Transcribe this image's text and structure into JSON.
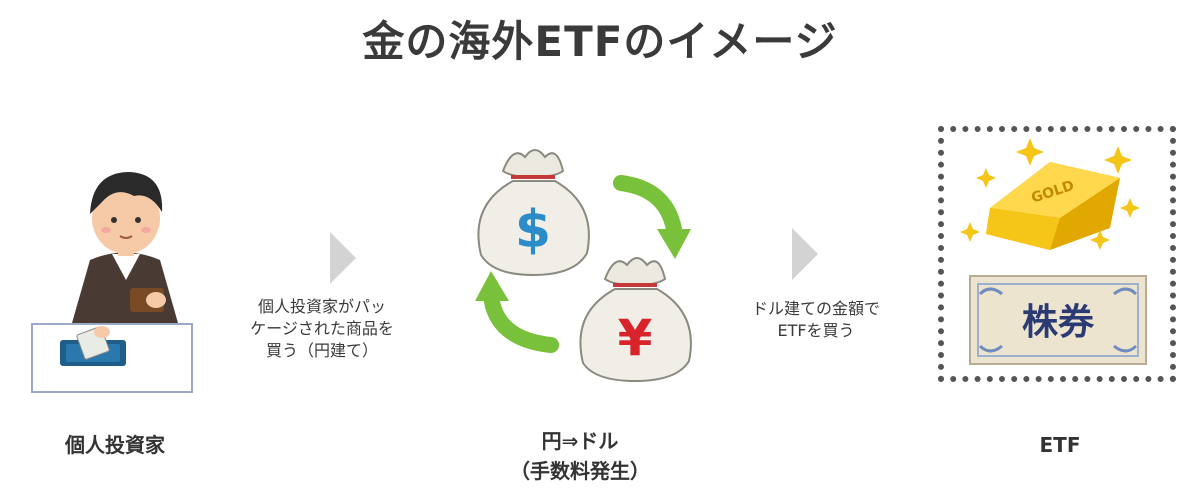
{
  "title": "金の海外ETFのイメージ",
  "investor": {
    "label": "個人投資家"
  },
  "note_left": {
    "line1": "個人投資家がパッ",
    "line2": "ケージされた商品を",
    "line3": "買う（円建て）"
  },
  "exchange": {
    "label_line1": "円⇒ドル",
    "label_line2": "（手数料発生）",
    "dollar_symbol": "$",
    "yen_symbol": "¥"
  },
  "note_right": {
    "line1": "ドル建ての金額で",
    "line2": "ETFを買う"
  },
  "etf": {
    "label": "ETF",
    "gold_text": "GOLD",
    "stock_text": "株券"
  },
  "colors": {
    "arrow_gray": "#d3d3d3",
    "recycle_green": "#79c13a",
    "dollar_blue": "#2c8cc9",
    "yen_red": "#d8232a",
    "gold": "#f5c518"
  }
}
